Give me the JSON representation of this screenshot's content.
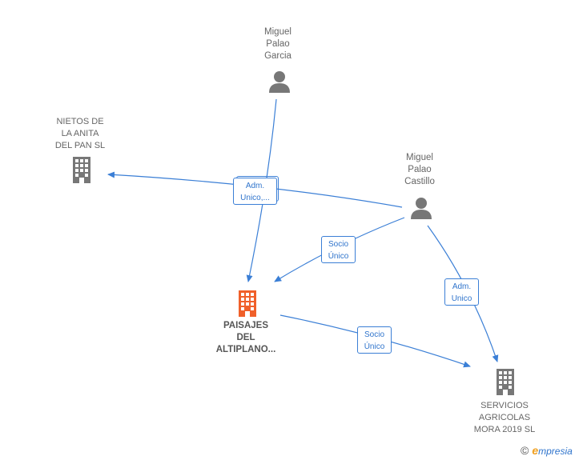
{
  "nodes": {
    "miguel_palao_garcia": {
      "label": "Miguel\nPalao\nGarcia",
      "type": "person"
    },
    "miguel_palao_castillo": {
      "label": "Miguel\nPalao\nCastillo",
      "type": "person"
    },
    "nietos": {
      "label": "NIETOS DE\nLA ANITA\nDEL PAN  SL",
      "type": "company"
    },
    "paisajes": {
      "label": "PAISAJES\nDEL\nALTIPLANO...",
      "type": "company-highlight"
    },
    "servicios": {
      "label": "SERVICIOS\nAGRICOLAS\nMORA 2019  SL",
      "type": "company"
    }
  },
  "edges": {
    "adm_unico_multi": "Adm.\nUnico,...",
    "socio_unico_castillo": "Socio\nÚnico",
    "adm_unico_servicios": "Adm.\nUnico",
    "socio_unico_paisajes": "Socio\nÚnico"
  },
  "colors": {
    "person": "#777777",
    "company": "#777777",
    "highlight": "#f0602a",
    "edge": "#3b7fd6"
  },
  "footer": {
    "copyright": "©",
    "brand_initial": "e",
    "brand_rest": "mpresia"
  }
}
